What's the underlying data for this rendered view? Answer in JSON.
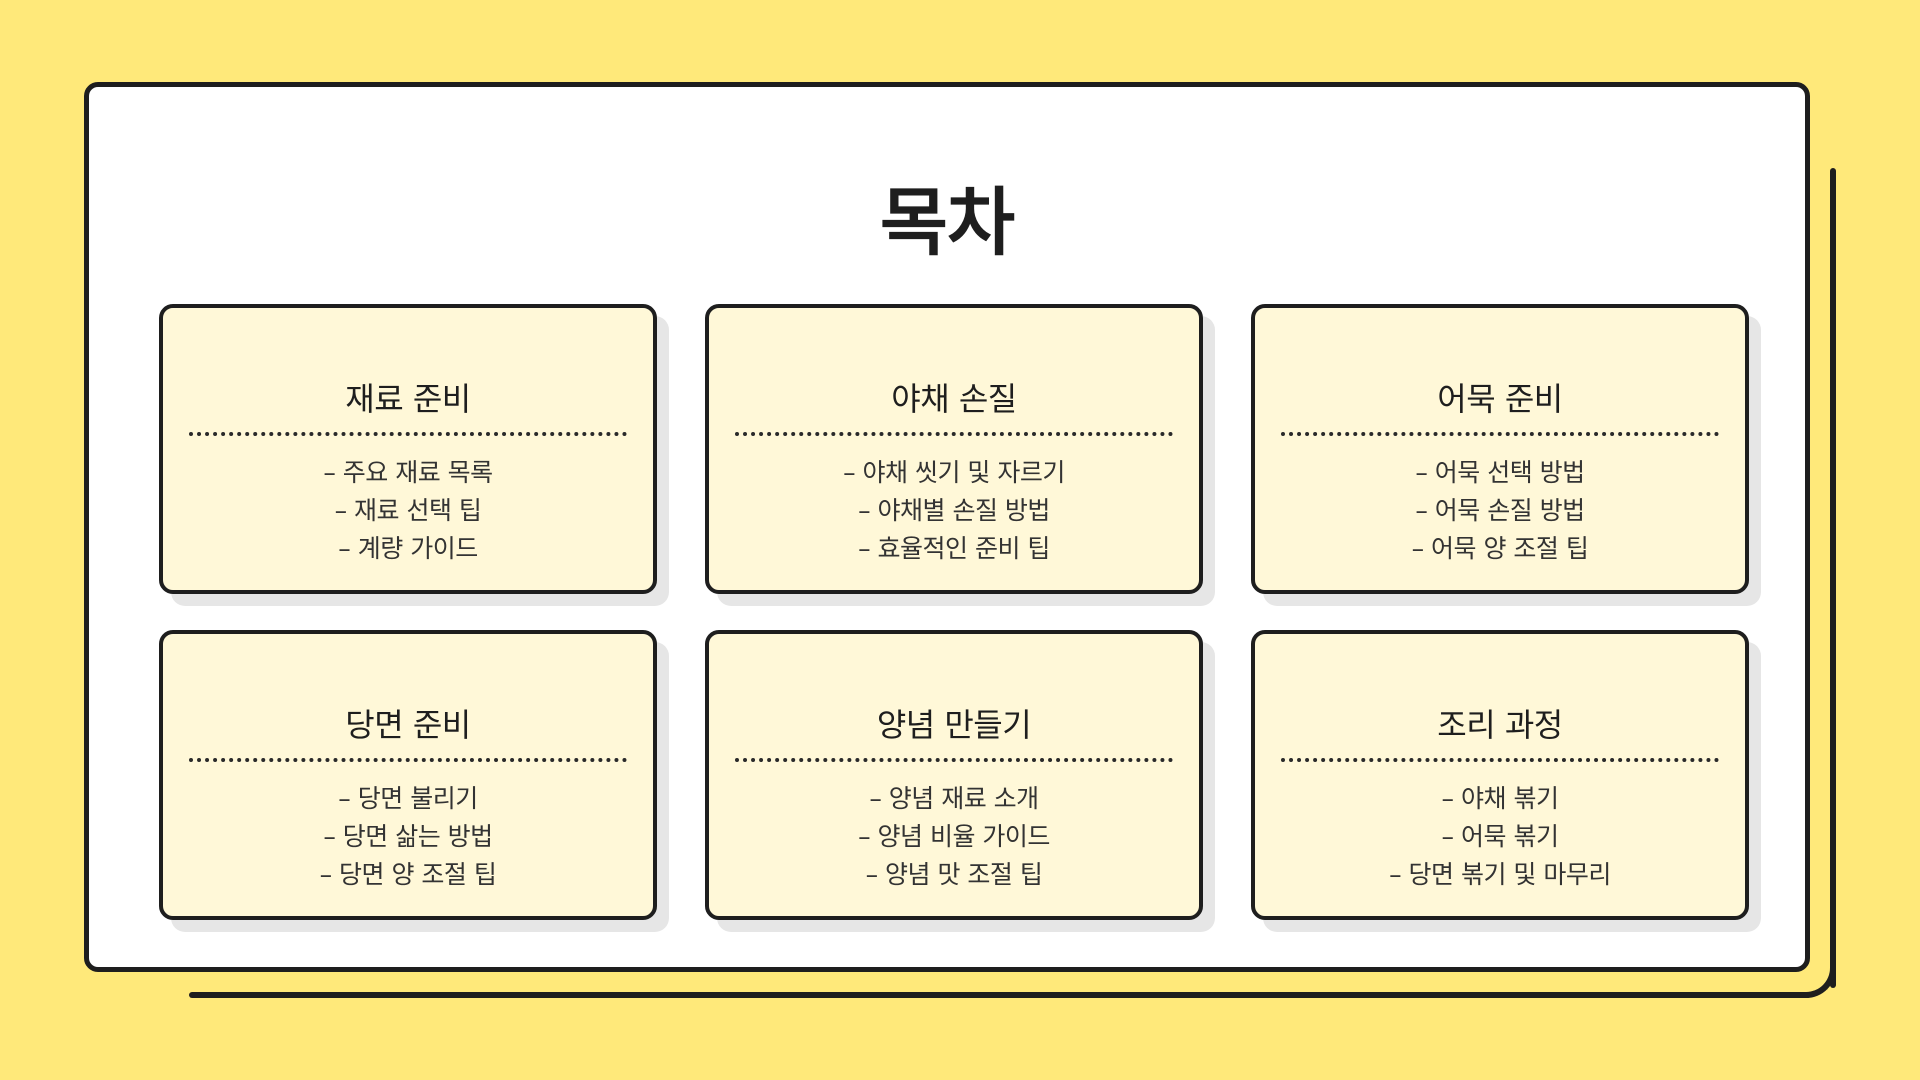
{
  "title": "목차",
  "cards": [
    {
      "title": "재료 준비",
      "items": [
        "– 주요 재료 목록",
        "– 재료 선택 팁",
        "– 계량 가이드"
      ]
    },
    {
      "title": "야채 손질",
      "items": [
        "– 야채 씻기 및 자르기",
        "– 야채별 손질 방법",
        "– 효율적인 준비 팁"
      ]
    },
    {
      "title": "어묵 준비",
      "items": [
        "– 어묵 선택 방법",
        "– 어묵 손질 방법",
        "– 어묵 양 조절 팁"
      ]
    },
    {
      "title": "당면 준비",
      "items": [
        "– 당면 불리기",
        "– 당면 삶는 방법",
        "– 당면 양 조절 팁"
      ]
    },
    {
      "title": "양념 만들기",
      "items": [
        "– 양념 재료 소개",
        "– 양념 비율 가이드",
        "– 양념 맛 조절 팁"
      ]
    },
    {
      "title": "조리 과정",
      "items": [
        "– 야채 볶기",
        "– 어묵 볶기",
        "– 당면 볶기 및 마무리"
      ]
    }
  ],
  "colors": {
    "background": "#FFE97A",
    "frame": "#FFFFFF",
    "card": "#FFF8D8",
    "border": "#1E1E1E",
    "shadow": "#E6E6E6"
  }
}
